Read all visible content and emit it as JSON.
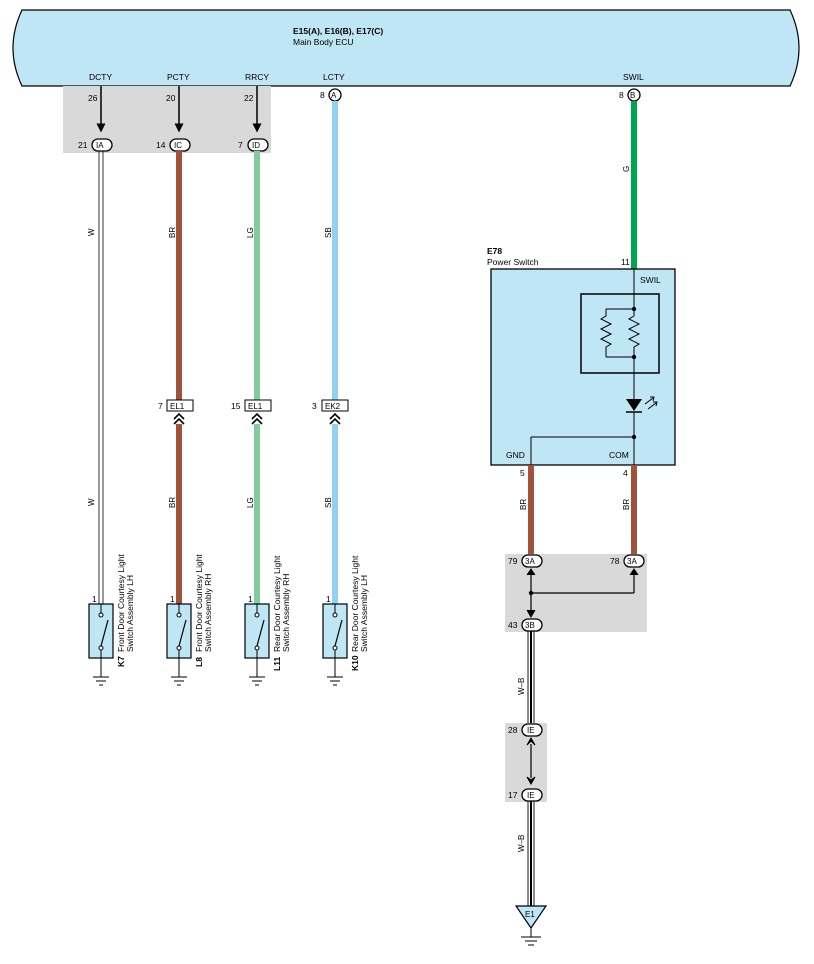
{
  "ecu": {
    "ref": "E15(A), E16(B), E17(C)",
    "name": "Main Body ECU",
    "color": "#bfe6f5",
    "terminals": {
      "dcty": {
        "label": "DCTY",
        "pin": "26"
      },
      "pcty": {
        "label": "PCTY",
        "pin": "20"
      },
      "rrcy": {
        "label": "RRCY",
        "pin": "22"
      },
      "lcty": {
        "label": "LCTY",
        "pin": "8",
        "connector": "A"
      },
      "swil": {
        "label": "SWIL",
        "pin": "8",
        "connector": "B"
      }
    }
  },
  "junctions": {
    "ia": {
      "pin": "21",
      "id": "IA"
    },
    "ic": {
      "pin": "14",
      "id": "IC"
    },
    "id": {
      "pin": "7",
      "id": "ID"
    }
  },
  "inline": {
    "el1_a": {
      "pin": "7",
      "id": "EL1"
    },
    "el1_b": {
      "pin": "15",
      "id": "EL1"
    },
    "ek2": {
      "pin": "3",
      "id": "EK2"
    }
  },
  "wires": {
    "w": "W",
    "br": "BR",
    "lg": "LG",
    "sb": "SB",
    "g": "G",
    "wb": "W–B"
  },
  "wire_colors": {
    "W": "#ffffff",
    "BR": "#a0523a",
    "LG": "#7fcc9c",
    "SB": "#8fd3f0",
    "G": "#00a64f"
  },
  "switches": [
    {
      "ref": "K7",
      "pin": "1",
      "line1": "Front Door Courtesy Light",
      "line2": "Switch Assembly LH"
    },
    {
      "ref": "L8",
      "pin": "1",
      "line1": "Front Door Courtesy Light",
      "line2": "Switch Assembly RH"
    },
    {
      "ref": "L11",
      "pin": "1",
      "line1": "Rear Door Courtesy Light",
      "line2": "Switch Assembly RH"
    },
    {
      "ref": "K10",
      "pin": "1",
      "line1": "Rear Door Courtesy Light",
      "line2": "Switch Assembly LH"
    }
  ],
  "power_switch": {
    "ref": "E78",
    "name": "Power Switch",
    "swil_pin": "11",
    "swil_label": "SWIL",
    "gnd_label": "GND",
    "gnd_pin": "5",
    "com_label": "COM",
    "com_pin": "4"
  },
  "joints": {
    "j3a_left": {
      "pin": "79",
      "id": "3A"
    },
    "j3a_right": {
      "pin": "78",
      "id": "3A"
    },
    "j3b": {
      "pin": "43",
      "id": "3B"
    },
    "ie_top": {
      "pin": "28",
      "id": "IE"
    },
    "ie_bottom": {
      "pin": "17",
      "id": "IE"
    }
  },
  "ground_point": "E1"
}
